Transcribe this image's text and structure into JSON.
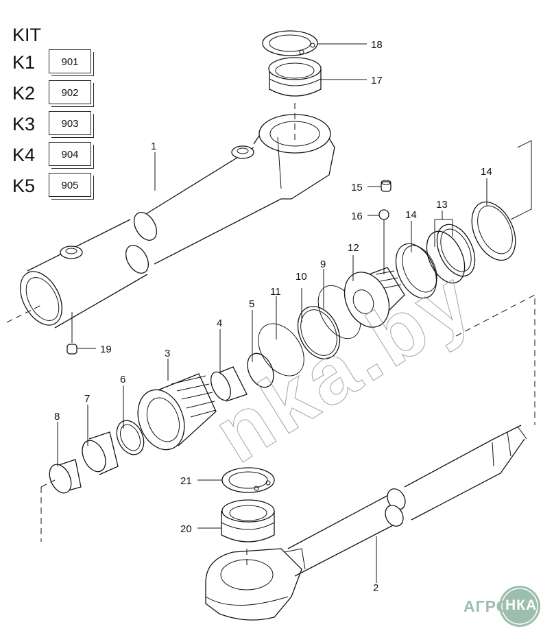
{
  "kit": {
    "title": "KIT",
    "rows": [
      {
        "kit": "K1",
        "part": "901"
      },
      {
        "kit": "K2",
        "part": "902"
      },
      {
        "kit": "K3",
        "part": "903"
      },
      {
        "kit": "K4",
        "part": "904"
      },
      {
        "kit": "K5",
        "part": "905"
      }
    ]
  },
  "parts": {
    "p1": "1",
    "p2": "2",
    "p3": "3",
    "p4": "4",
    "p5": "5",
    "p6": "6",
    "p7": "7",
    "p8": "8",
    "p9": "9",
    "p10": "10",
    "p11": "11",
    "p12": "12",
    "p13": "13",
    "p14a": "14",
    "p14b": "14",
    "p15": "15",
    "p16": "16",
    "p17": "17",
    "p18": "18",
    "p19": "19",
    "p20": "20",
    "p21": "21"
  },
  "watermark": {
    "text": "nka.by"
  },
  "logo": {
    "left": "АГРО",
    "right": "НКА",
    "color": "#9dbeae"
  }
}
